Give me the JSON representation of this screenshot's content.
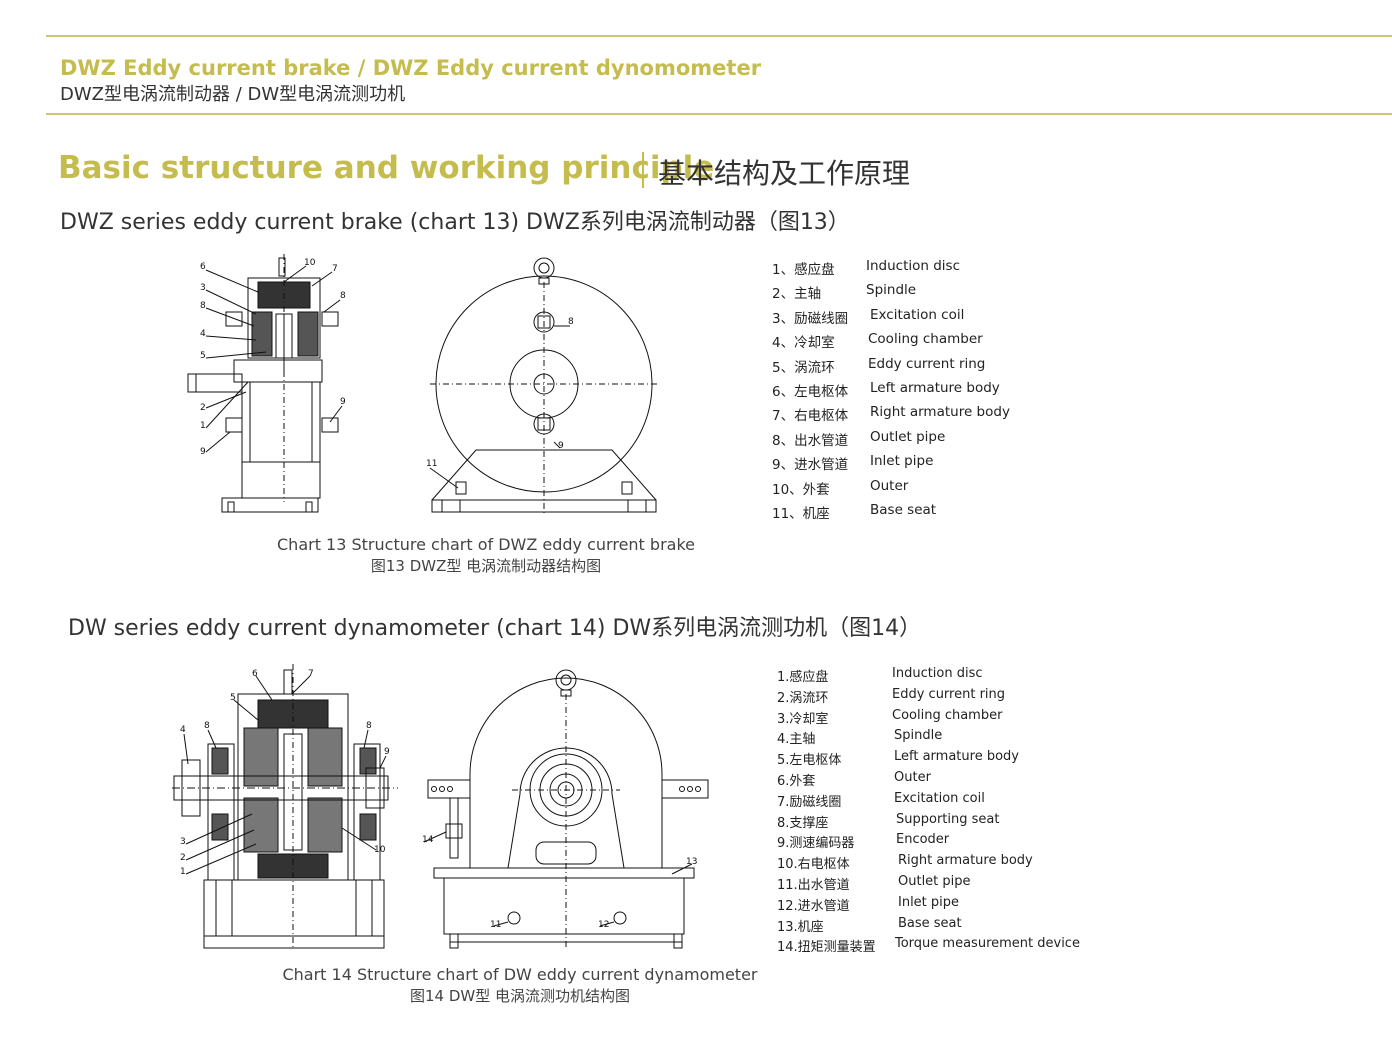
{
  "header": {
    "title_en": "DWZ Eddy current brake / DWZ Eddy current dynomometer",
    "title_zh": "DWZ型电涡流制动器 / DW型电涡流测功机"
  },
  "section": {
    "title_en": "Basic structure and working principle",
    "title_zh": "基本结构及工作原理"
  },
  "chart13": {
    "heading": "DWZ series eddy current brake (chart 13)   DWZ系列电涡流制动器（图13）",
    "caption_en": "Chart 13  Structure chart of DWZ eddy current brake",
    "caption_zh": "图13 DWZ型 电涡流制动器结构图",
    "side_labels": [
      "6",
      "10",
      "7",
      "3",
      "8",
      "8",
      "4",
      "5",
      "2",
      "1",
      "9",
      "9"
    ],
    "front_labels": [
      "8",
      "9",
      "11"
    ],
    "parts": [
      {
        "zh": "1、感应盘",
        "en": "Induction disc"
      },
      {
        "zh": "2、主轴",
        "en": "Spindle"
      },
      {
        "zh": "3、励磁线圈",
        "en": "Excitation coil"
      },
      {
        "zh": "4、冷却室",
        "en": "Cooling chamber"
      },
      {
        "zh": "5、涡流环",
        "en": "Eddy current ring"
      },
      {
        "zh": "6、左电枢体",
        "en": "Left armature body"
      },
      {
        "zh": "7、右电枢体",
        "en": "Right armature body"
      },
      {
        "zh": "8、出水管道",
        "en": "Outlet pipe"
      },
      {
        "zh": "9、进水管道",
        "en": "Inlet pipe"
      },
      {
        "zh": "10、外套",
        "en": "Outer"
      },
      {
        "zh": "11、机座",
        "en": "Base seat"
      }
    ]
  },
  "chart14": {
    "heading": "DW series eddy current dynamometer (chart 14)   DW系列电涡流测功机（图14）",
    "caption_en": "Chart 14  Structure chart of DW eddy current dynamometer",
    "caption_zh": "图14 DW型 电涡流测功机结构图",
    "side_labels": [
      "6",
      "7",
      "5",
      "4",
      "8",
      "8",
      "9",
      "3",
      "2",
      "1",
      "10"
    ],
    "front_labels": [
      "14",
      "13",
      "11",
      "12"
    ],
    "parts": [
      {
        "zh": "1.感应盘",
        "en": "Induction disc"
      },
      {
        "zh": "2.涡流环",
        "en": "Eddy current ring"
      },
      {
        "zh": "3.冷却室",
        "en": "Cooling chamber"
      },
      {
        "zh": "4.主轴",
        "en": "Spindle"
      },
      {
        "zh": "5.左电枢体",
        "en": "Left armature body"
      },
      {
        "zh": "6.外套",
        "en": "Outer"
      },
      {
        "zh": "7.励磁线圈",
        "en": "Excitation coil"
      },
      {
        "zh": "8.支撑座",
        "en": "Supporting seat"
      },
      {
        "zh": "9.测速编码器",
        "en": "Encoder"
      },
      {
        "zh": "10.右电枢体",
        "en": "Right armature body"
      },
      {
        "zh": "11.出水管道",
        "en": "Outlet pipe"
      },
      {
        "zh": "12.进水管道",
        "en": "Inlet pipe"
      },
      {
        "zh": "13.机座",
        "en": "Base seat"
      },
      {
        "zh": "14.扭矩测量装置",
        "en": "Torque measurement device"
      }
    ]
  }
}
